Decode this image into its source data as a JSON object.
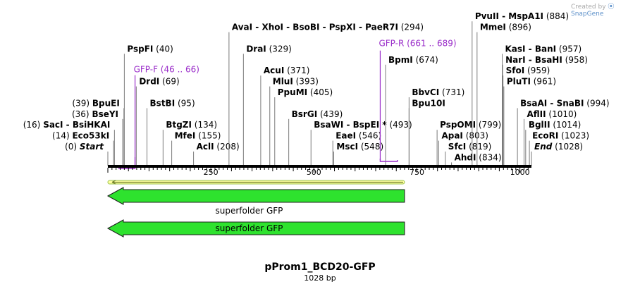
{
  "credit": {
    "prefix": "Created by",
    "brand": "SnapGene"
  },
  "plasmid": {
    "name": "pProm1_BCD20-GFP",
    "size_label": "1028 bp",
    "length": 1028
  },
  "ruler": {
    "ticks": [
      250,
      500,
      750,
      1000
    ]
  },
  "sites": [
    {
      "name": "Start",
      "pos": 0,
      "label": "(0)",
      "side": "left",
      "level": 0,
      "style": "em"
    },
    {
      "name": "Eco53kI",
      "pos": 14,
      "label": "(14)",
      "side": "left",
      "level": 1
    },
    {
      "name": "SacI - BsiHKAI",
      "pos": 16,
      "label": "(16)",
      "side": "left",
      "level": 2
    },
    {
      "name": "BseYI",
      "pos": 36,
      "label": "(36)",
      "side": "left",
      "level": 3
    },
    {
      "name": "BpuEI",
      "pos": 39,
      "label": "(39)",
      "side": "left",
      "level": 4
    },
    {
      "name": "PspFI",
      "pos": 40,
      "label": "(40)",
      "side": "right",
      "level": 9
    },
    {
      "name": "DrdI",
      "pos": 69,
      "label": "(69)",
      "side": "right",
      "level": 6
    },
    {
      "name": "BstBI",
      "pos": 95,
      "label": "(95)",
      "side": "right",
      "level": 4
    },
    {
      "name": "BtgZI",
      "pos": 134,
      "label": "(134)",
      "side": "right",
      "level": 2
    },
    {
      "name": "MfeI",
      "pos": 155,
      "label": "(155)",
      "side": "right",
      "level": 1
    },
    {
      "name": "AclI",
      "pos": 208,
      "label": "(208)",
      "side": "right",
      "level": 0
    },
    {
      "name": "AvaI - XhoI - BsoBI - PspXI - PaeR7I",
      "pos": 294,
      "label": "(294)",
      "side": "right",
      "level": 11
    },
    {
      "name": "DraI",
      "pos": 329,
      "label": "(329)",
      "side": "right",
      "level": 9
    },
    {
      "name": "AcuI",
      "pos": 371,
      "label": "(371)",
      "side": "right",
      "level": 7
    },
    {
      "name": "MluI",
      "pos": 393,
      "label": "(393)",
      "side": "right",
      "level": 6
    },
    {
      "name": "PpuMI",
      "pos": 405,
      "label": "(405)",
      "side": "right",
      "level": 5
    },
    {
      "name": "BsrGI",
      "pos": 439,
      "label": "(439)",
      "side": "right",
      "level": 3
    },
    {
      "name": "BsaWI - BspEI",
      "pos": 493,
      "label": "(493)",
      "side": "right",
      "level": 2,
      "mark": "*"
    },
    {
      "name": "EaeI",
      "pos": 546,
      "label": "(546)",
      "side": "right",
      "level": 1
    },
    {
      "name": "MscI",
      "pos": 548,
      "label": "(548)",
      "side": "right",
      "level": 0
    },
    {
      "name": "BpmI",
      "pos": 674,
      "label": "(674)",
      "side": "right",
      "level": 8
    },
    {
      "name": "BbvCI",
      "pos": 731,
      "label": "(731)",
      "side": "right",
      "level": 5
    },
    {
      "name": "Bpu10I",
      "pos": 731,
      "label": "",
      "side": "right",
      "level": 4
    },
    {
      "name": "PspOMI",
      "pos": 799,
      "label": "(799)",
      "side": "right",
      "level": 2
    },
    {
      "name": "ApaI",
      "pos": 803,
      "label": "(803)",
      "side": "right",
      "level": 1
    },
    {
      "name": "SfcI",
      "pos": 819,
      "label": "(819)",
      "side": "right",
      "level": 0
    },
    {
      "name": "AhdI",
      "pos": 834,
      "label": "(834)",
      "side": "right",
      "level": -1
    },
    {
      "name": "PvuII - MspA1I",
      "pos": 884,
      "label": "(884)",
      "side": "right",
      "level": 12
    },
    {
      "name": "MmeI",
      "pos": 896,
      "label": "(896)",
      "side": "right",
      "level": 11
    },
    {
      "name": "KasI - BanI",
      "pos": 957,
      "label": "(957)",
      "side": "right",
      "level": 9
    },
    {
      "name": "NarI - BsaHI",
      "pos": 958,
      "label": "(958)",
      "side": "right",
      "level": 8
    },
    {
      "name": "SfoI",
      "pos": 959,
      "label": "(959)",
      "side": "right",
      "level": 7
    },
    {
      "name": "PluTI",
      "pos": 961,
      "label": "(961)",
      "side": "right",
      "level": 6
    },
    {
      "name": "BsaAI - SnaBI",
      "pos": 994,
      "label": "(994)",
      "side": "right",
      "level": 4
    },
    {
      "name": "AflII",
      "pos": 1010,
      "label": "(1010)",
      "side": "right",
      "level": 3
    },
    {
      "name": "BglII",
      "pos": 1014,
      "label": "(1014)",
      "side": "right",
      "level": 2
    },
    {
      "name": "EcoRI",
      "pos": 1023,
      "label": "(1023)",
      "side": "right",
      "level": 1
    },
    {
      "name": "End",
      "pos": 1028,
      "label": "(1028)",
      "side": "right",
      "level": 0,
      "style": "em"
    }
  ],
  "primers": [
    {
      "name": "GFP-F",
      "range": "(46 .. 66)",
      "start": 46,
      "end": 66,
      "direction": "forward",
      "color": "#9a2dc9"
    },
    {
      "name": "GFP-R",
      "range": "(661 .. 689)",
      "start": 661,
      "end": 689,
      "direction": "reverse",
      "color": "#9a2dc9"
    }
  ],
  "features": [
    {
      "name": "superfolder GFP",
      "start": 0,
      "end": 720,
      "direction": "reverse",
      "color": "#2ee22e",
      "label_position": "below"
    },
    {
      "name": "superfolder GFP",
      "start": 0,
      "end": 720,
      "direction": "reverse",
      "color": "#2ee22e",
      "label_position": "inside"
    }
  ],
  "translation_color": "#6f7f2a"
}
